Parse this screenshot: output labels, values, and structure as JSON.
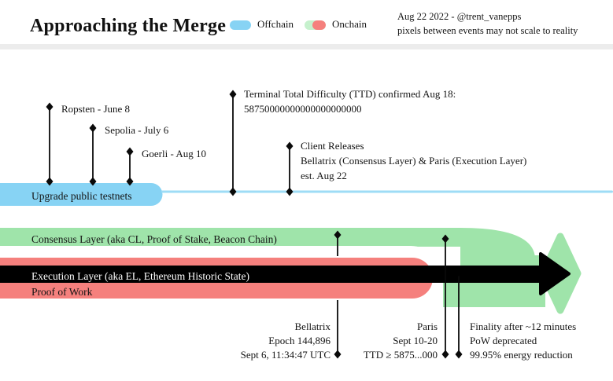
{
  "header": {
    "title": "Approaching the Merge",
    "legend": {
      "offchain_label": "Offchain",
      "onchain_label": "Onchain"
    },
    "credit_line1": "Aug 22 2022 - @trent_vanepps",
    "credit_line2": "pixels between events may not scale to reality"
  },
  "tracks": {
    "testnets_label": "Upgrade public testnets",
    "consensus_label": "Consensus Layer (aka CL, Proof of Stake, Beacon Chain)",
    "execution_label": "Execution Layer (aka EL, Ethereum Historic State)",
    "pow_label": "Proof of Work"
  },
  "events": {
    "ropsten": {
      "label": "Ropsten - June 8"
    },
    "sepolia": {
      "label": "Sepolia - July 6"
    },
    "goerli": {
      "label": "Goerli - Aug 10"
    },
    "ttd": {
      "line1": "Terminal Total Difficulty (TTD) confirmed Aug 18:",
      "line2": "58750000000000000000000"
    },
    "client_releases": {
      "line1": "Client Releases",
      "line2": "Bellatrix (Consensus Layer) & Paris (Execution Layer)",
      "line3": "est. Aug 22"
    },
    "bellatrix": {
      "line1": "Bellatrix",
      "line2": "Epoch 144,896",
      "line3": "Sept 6, 11:34:47 UTC"
    },
    "paris": {
      "line1": "Paris",
      "line2": "Sept 10-20",
      "line3": "TTD ≥ 5875...000"
    },
    "merge_results": {
      "line1": "Finality after ~12 minutes",
      "line2": "PoW deprecated",
      "line3": "99.95% energy reduction"
    }
  },
  "colors": {
    "offchain_blue": "#87d3f4",
    "offchain_line_blue": "#9edcf6",
    "onchain_green": "#9fe4aa",
    "legend_green": "#c6f1cd",
    "onchain_red": "#f5807d",
    "marker_black": "#0a0a0a",
    "white": "#ffffff"
  }
}
